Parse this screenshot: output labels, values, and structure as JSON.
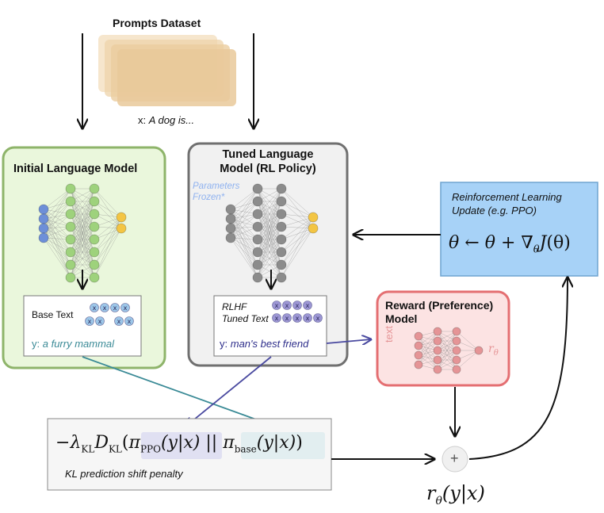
{
  "prompts": {
    "title": "Prompts Dataset",
    "x_prefix": "x: ",
    "x_text": "A dog is..."
  },
  "initial_model": {
    "title": "Initial Language Model",
    "base_text_label": "Base Text",
    "output_prefix": "y: ",
    "output_text": "a furry mammal",
    "token_glyph": "x"
  },
  "tuned_model": {
    "title_line1": "Tuned Language",
    "title_line2": "Model (RL Policy)",
    "frozen_line1": "Parameters",
    "frozen_line2": "Frozen*",
    "text_label_line1": "RLHF",
    "text_label_line2": "Tuned Text",
    "output_prefix": "y: ",
    "output_text": "man's best friend",
    "token_glyph": "x"
  },
  "reward_model": {
    "title_line1": "Reward (Preference)",
    "title_line2": "Model",
    "input_label": "text",
    "output_symbol_r": "r",
    "output_symbol_sub": "θ"
  },
  "rl_update": {
    "title_line1": "Reinforcement Learning",
    "title_line2": "Update (e.g. PPO)",
    "formula_theta": "θ",
    "formula_arrow": "←",
    "formula_plus": "+",
    "formula_nabla": "∇",
    "formula_sub": "θ",
    "formula_J": "J",
    "formula_arg": "(θ)"
  },
  "kl_penalty": {
    "minus": "−",
    "lambda": "λ",
    "lambda_sub": "KL",
    "D": "D",
    "D_sub": "KL",
    "open": "(",
    "pi_ppo": "π",
    "pi_ppo_sub": "PPO",
    "pi_ppo_arg": "(y|x)",
    "separator": "||",
    "pi_base": "π",
    "pi_base_sub": "base",
    "pi_base_arg": "(y|x)",
    "close": ")",
    "caption": "KL prediction shift penalty"
  },
  "combine": {
    "plus": "+",
    "reward_r": "r",
    "reward_sub": "θ",
    "reward_arg": "(y|x)"
  },
  "colors": {
    "initial_fill": "#eaf7dc",
    "initial_border": "#8eb46a",
    "tuned_fill": "#f1f1f1",
    "tuned_border": "#707070",
    "reward_fill": "#fce3e3",
    "reward_border": "#e46f72",
    "rl_fill": "#a7d2f7",
    "rl_border": "#6ea4d0",
    "kl_fill": "#f6f6f6",
    "node_green": "#9ed27c",
    "node_blue": "#6d8fd8",
    "node_yellow": "#f3c544",
    "node_gray": "#8c8c8c",
    "node_pink": "#e59496",
    "token_purple": "#9c96d4",
    "token_blue": "#9cc6e8",
    "arrow_teal": "#3a8a96",
    "arrow_indigo": "#4a4aa0",
    "text_teal": "#3a8a96",
    "text_indigo": "#2d2d8a",
    "frozen_blue": "#8fb2f0",
    "paper": "#e9c99a"
  }
}
